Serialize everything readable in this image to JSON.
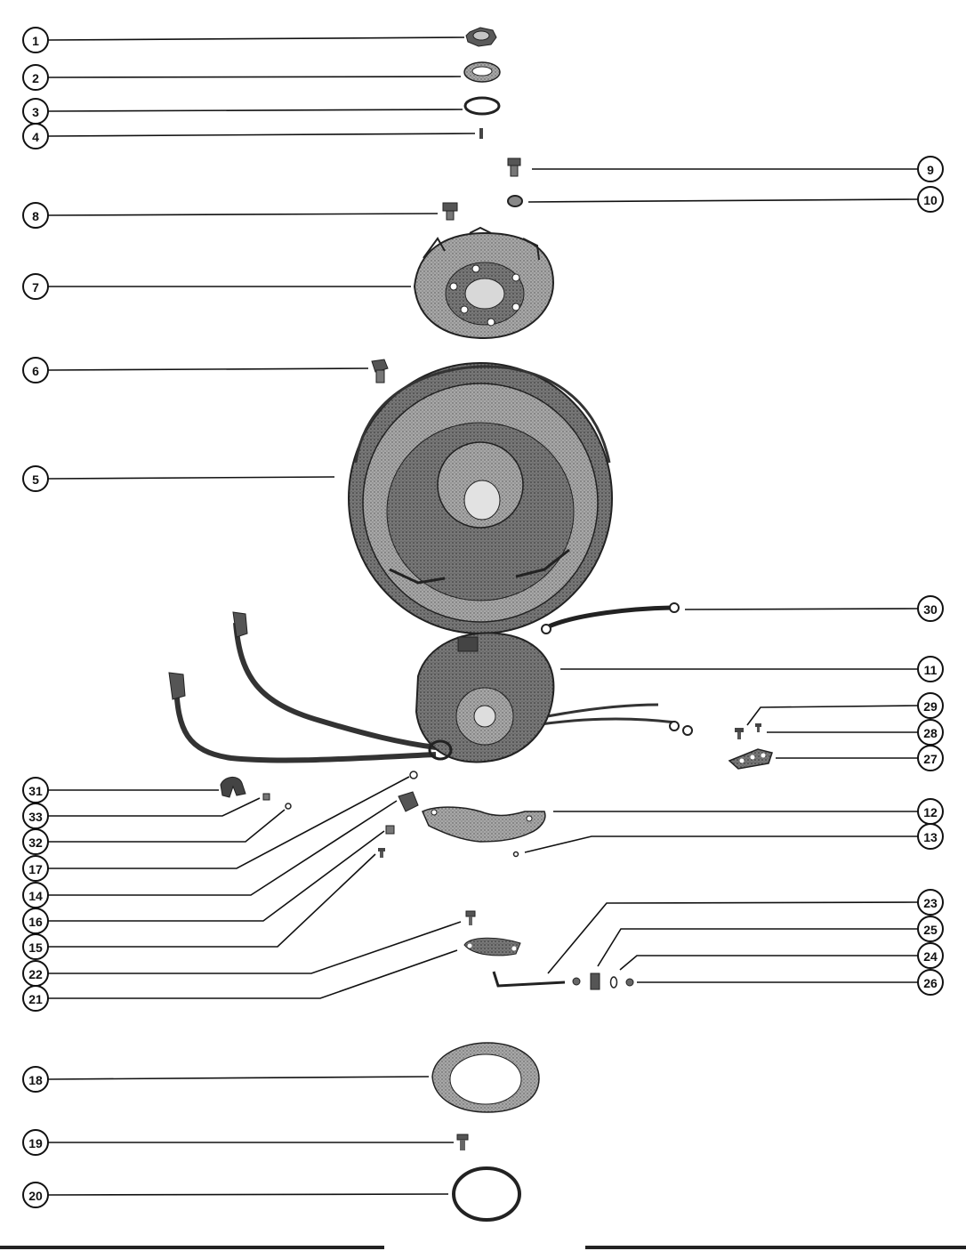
{
  "diagram": {
    "type": "exploded-parts-diagram",
    "callouts": [
      {
        "id": "1",
        "label": "1"
      },
      {
        "id": "2",
        "label": "2"
      },
      {
        "id": "3",
        "label": "3"
      },
      {
        "id": "4",
        "label": "4"
      },
      {
        "id": "5",
        "label": "5"
      },
      {
        "id": "6",
        "label": "6"
      },
      {
        "id": "7",
        "label": "7"
      },
      {
        "id": "8",
        "label": "8"
      },
      {
        "id": "9",
        "label": "9"
      },
      {
        "id": "10",
        "label": "10"
      },
      {
        "id": "11",
        "label": "11"
      },
      {
        "id": "12",
        "label": "12"
      },
      {
        "id": "13",
        "label": "13"
      },
      {
        "id": "14",
        "label": "14"
      },
      {
        "id": "15",
        "label": "15"
      },
      {
        "id": "16",
        "label": "16"
      },
      {
        "id": "17",
        "label": "17"
      },
      {
        "id": "18",
        "label": "18"
      },
      {
        "id": "19",
        "label": "19"
      },
      {
        "id": "20",
        "label": "20"
      },
      {
        "id": "21",
        "label": "21"
      },
      {
        "id": "22",
        "label": "22"
      },
      {
        "id": "23",
        "label": "23"
      },
      {
        "id": "24",
        "label": "24"
      },
      {
        "id": "25",
        "label": "25"
      },
      {
        "id": "26",
        "label": "26"
      },
      {
        "id": "27",
        "label": "27"
      },
      {
        "id": "28",
        "label": "28"
      },
      {
        "id": "29",
        "label": "29"
      },
      {
        "id": "30",
        "label": "30"
      },
      {
        "id": "31",
        "label": "31"
      },
      {
        "id": "32",
        "label": "32"
      },
      {
        "id": "33",
        "label": "33"
      }
    ]
  }
}
